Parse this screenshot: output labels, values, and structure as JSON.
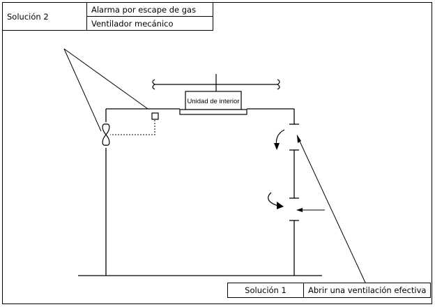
{
  "solution_2": {
    "label": "Solución 2",
    "items": [
      "Alarma por escape de gas",
      "Ventilador mecánico"
    ]
  },
  "solution_1": {
    "label": "Solución 1",
    "item": "Abrir una ventilación efectiva"
  },
  "indoor_unit_label": "Unidad de interior"
}
